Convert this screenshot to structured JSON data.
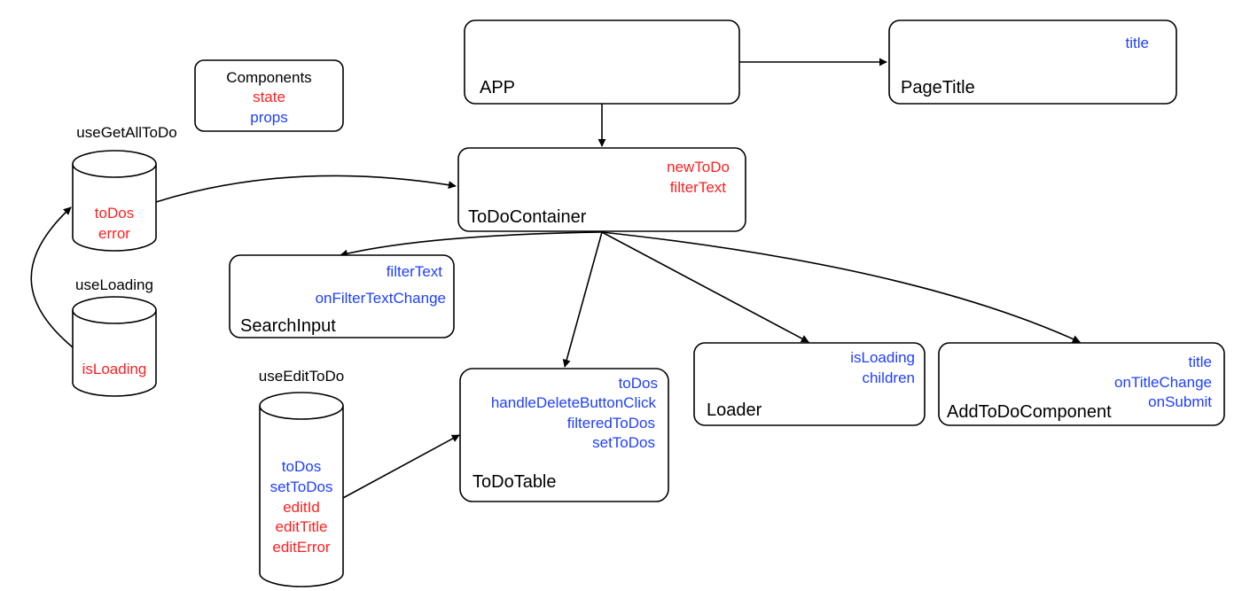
{
  "colors": {
    "state": "#ff1f1f",
    "props": "#1f3fff",
    "stroke": "#000000"
  },
  "legend": {
    "title": "Components",
    "state": "state",
    "props": "props"
  },
  "app": {
    "name": "APP"
  },
  "page_title": {
    "name": "PageTitle",
    "props": [
      "title"
    ]
  },
  "todo_container": {
    "name": "ToDoContainer",
    "state": [
      "newToDo",
      "filterText"
    ]
  },
  "search_input": {
    "name": "SearchInput",
    "props": [
      "filterText",
      "onFilterTextChange"
    ]
  },
  "todo_table": {
    "name": "ToDoTable",
    "props": [
      "toDos",
      "handleDeleteButtonClick",
      "filteredToDos",
      "setToDos"
    ]
  },
  "loader": {
    "name": "Loader",
    "props": [
      "isLoading",
      "children"
    ]
  },
  "add_todo": {
    "name": "AddToDoComponent",
    "props": [
      "title",
      "onTitleChange",
      "onSubmit"
    ]
  },
  "hooks": {
    "get_all": {
      "name": "useGetAllToDo",
      "state": [
        "toDos",
        "error"
      ]
    },
    "loading": {
      "name": "useLoading",
      "state": [
        "isLoading"
      ]
    },
    "edit": {
      "name": "useEditToDo",
      "props": [
        "toDos",
        "setToDos"
      ],
      "state": [
        "editId",
        "editTitle",
        "editError"
      ]
    }
  }
}
